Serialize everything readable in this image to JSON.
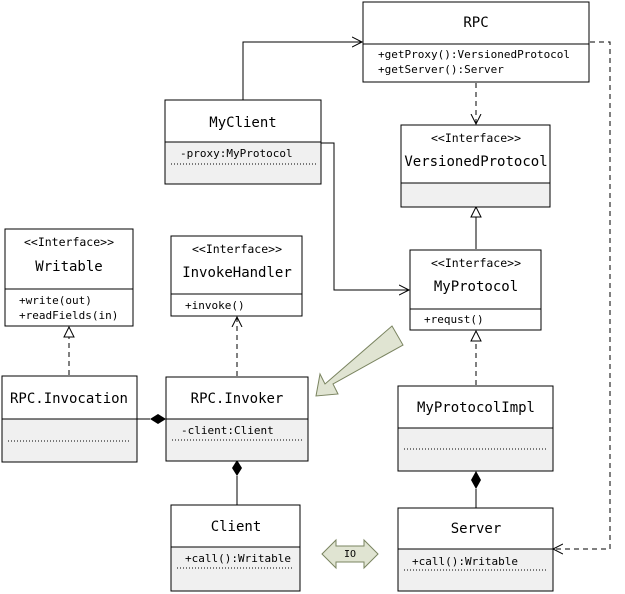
{
  "classes": {
    "rpc": {
      "title": "RPC",
      "members": [
        "+getProxy():VersionedProtocol",
        "+getServer():Server"
      ]
    },
    "my_client": {
      "title": "MyClient",
      "members": [
        "-proxy:MyProtocol"
      ]
    },
    "versioned_protocol": {
      "stereotype": "<<Interface>>",
      "title": "VersionedProtocol",
      "members": []
    },
    "my_protocol": {
      "stereotype": "<<Interface>>",
      "title": "MyProtocol",
      "members": [
        "+requst()"
      ]
    },
    "writable": {
      "stereotype": "<<Interface>>",
      "title": "Writable",
      "members": [
        "+write(out)",
        "+readFields(in)"
      ]
    },
    "invoke_handler": {
      "stereotype": "<<Interface>>",
      "title": "InvokeHandler",
      "members": [
        "+invoke()"
      ]
    },
    "rpc_invocation": {
      "title": "RPC.Invocation",
      "members": []
    },
    "rpc_invoker": {
      "title": "RPC.Invoker",
      "members": [
        "-client:Client"
      ]
    },
    "my_protocol_impl": {
      "title": "MyProtocolImpl",
      "members": []
    },
    "client": {
      "title": "Client",
      "members": [
        "+call():Writable"
      ]
    },
    "server": {
      "title": "Server",
      "members": [
        "+call():Writable"
      ]
    }
  },
  "io_label": "IO",
  "colors": {
    "box_fill": "#ffffff",
    "compartment_fill": "#f0f0f0",
    "stroke": "#000000",
    "big_arrow_fill": "#e0e4d2",
    "big_arrow_stroke": "#7a8460"
  }
}
